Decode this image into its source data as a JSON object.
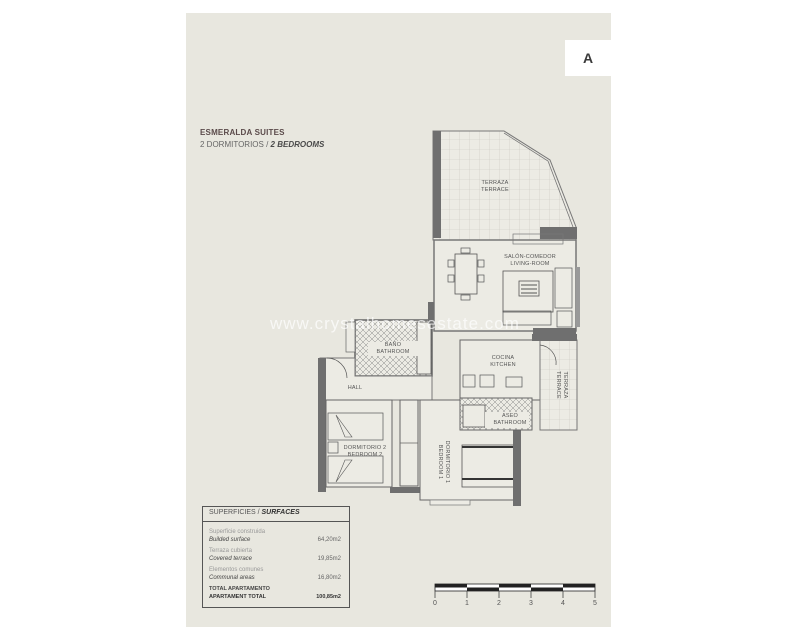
{
  "header": {
    "badge": "A",
    "title": "ESMERALDA SUITES",
    "subtitle_es": "2 DORMITORIOS / ",
    "subtitle_en": "2 BEDROOMS"
  },
  "rooms": {
    "terrace_es": "TERRAZA",
    "terrace_en": "TERRACE",
    "living_es": "SALÓN-COMEDOR",
    "living_en": "LIVING-ROOM",
    "bath_es": "BAÑO",
    "bath_en": "BATHROOM",
    "hall": "HALL",
    "kitchen_es": "COCINA",
    "kitchen_en": "KITCHEN",
    "terrace2_es": "TERRAZA",
    "terrace2_en": "TERRACE",
    "aseo_es": "ASEO",
    "aseo_en": "BATHROOM",
    "bed2_es": "DORMITORIO 2",
    "bed2_en": "BEDROOM 2",
    "bed1_es": "DORMITORIO 1",
    "bed1_en": "BEDROOM 1"
  },
  "surfaces": {
    "header_es": "SUPERFICIES / ",
    "header_en": "SURFACES",
    "rows": [
      {
        "es": "Superficie construida",
        "en": "Builded surface",
        "value": "64,20m2"
      },
      {
        "es": "Terraza cubierta",
        "en": "Covered terrace",
        "value": "19,85m2"
      },
      {
        "es": "Elementos comunes",
        "en": "Communal areas",
        "value": "16,80m2"
      }
    ],
    "total": {
      "es": "TOTAL APARTAMENTO",
      "en": "APARTAMENT TOTAL",
      "value": "100,85m2"
    }
  },
  "scale": {
    "ticks": [
      "0",
      "1",
      "2",
      "3",
      "4",
      "5"
    ]
  },
  "watermark": "www.crystalhomesestate.com"
}
